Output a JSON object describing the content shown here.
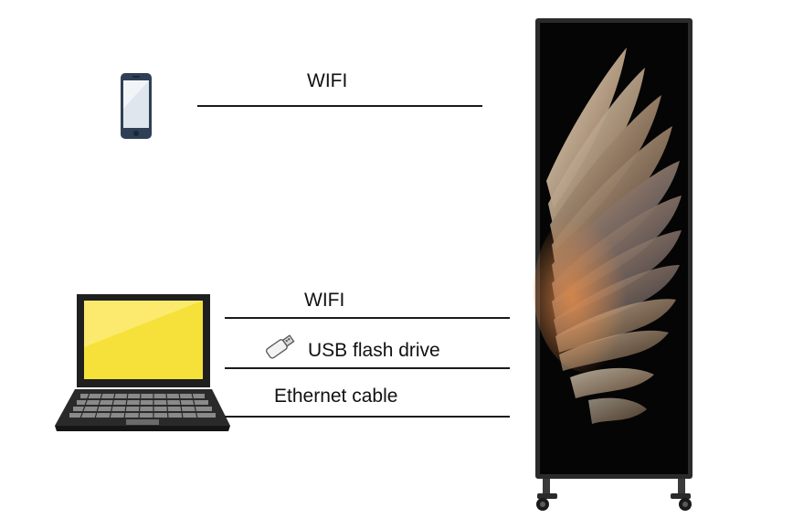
{
  "connections": {
    "phone_wifi_label": "WIFI",
    "laptop_wifi_label": "WIFI",
    "usb_label": "USB flash drive",
    "ethernet_label": "Ethernet cable"
  },
  "colors": {
    "line": "#1a1a1a",
    "laptop_screen": "#f6e13a",
    "display_frame": "#2a2a2a",
    "phone_body": "#2f3f55"
  },
  "icons": {
    "phone": "smartphone-icon",
    "laptop": "laptop-icon",
    "usb": "usb-flash-drive-icon",
    "display": "led-poster-display"
  }
}
